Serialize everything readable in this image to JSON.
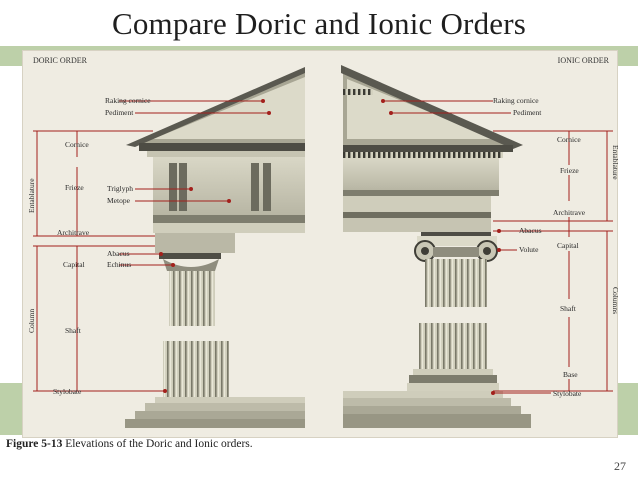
{
  "slide": {
    "title": "Compare Doric and Ionic Orders",
    "page_number": "27"
  },
  "figure": {
    "doric_header": "DORIC ORDER",
    "ionic_header": "IONIC ORDER",
    "doric_labels": {
      "raking_cornice": "Raking cornice",
      "pediment": "Pediment",
      "cornice": "Cornice",
      "frieze": "Frieze",
      "triglyph": "Triglyph",
      "metope": "Metope",
      "entablature": "Entablature",
      "architrave": "Architrave",
      "abacus": "Abacus",
      "echinus": "Echinus",
      "capital": "Capital",
      "column": "Column",
      "shaft": "Shaft",
      "stylobate": "Stylobate"
    },
    "ionic_labels": {
      "raking_cornice": "Raking cornice",
      "pediment": "Pediment",
      "cornice": "Cornice",
      "frieze": "Frieze",
      "entablature": "Entablature",
      "architrave": "Architrave",
      "abacus": "Abacus",
      "volute": "Volute",
      "capital": "Capital",
      "shaft": "Shaft",
      "columns": "Columns",
      "base": "Base",
      "stylobate": "Stylobate"
    }
  },
  "caption": {
    "label": "Figure 5-13",
    "text": " Elevations of the Doric and Ionic orders."
  },
  "colors": {
    "green_band": "#bdd0a9",
    "panel": "#efece2",
    "leader_red": "#a3201c",
    "stone_light": "#d8d6c4",
    "stone_dark": "#5c5a4e"
  }
}
